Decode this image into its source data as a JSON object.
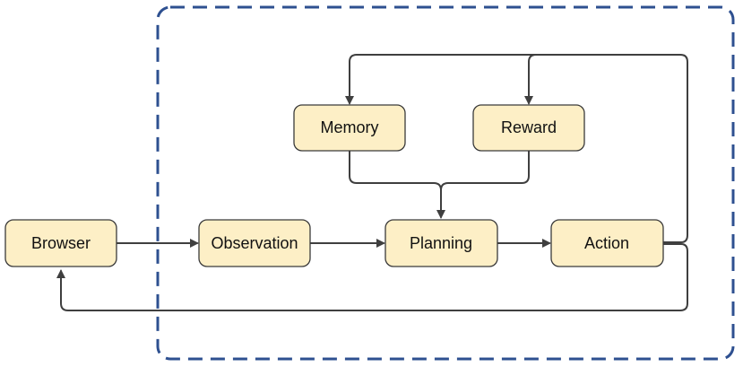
{
  "colors": {
    "node_fill": "#fdefc6",
    "node_border": "#3a3a3a",
    "arrow": "#3f3f3f",
    "dashed_boundary": "#2e5090"
  },
  "nodes": {
    "browser": "Browser",
    "observation": "Observation",
    "memory": "Memory",
    "reward": "Reward",
    "planning": "Planning",
    "action": "Action"
  }
}
